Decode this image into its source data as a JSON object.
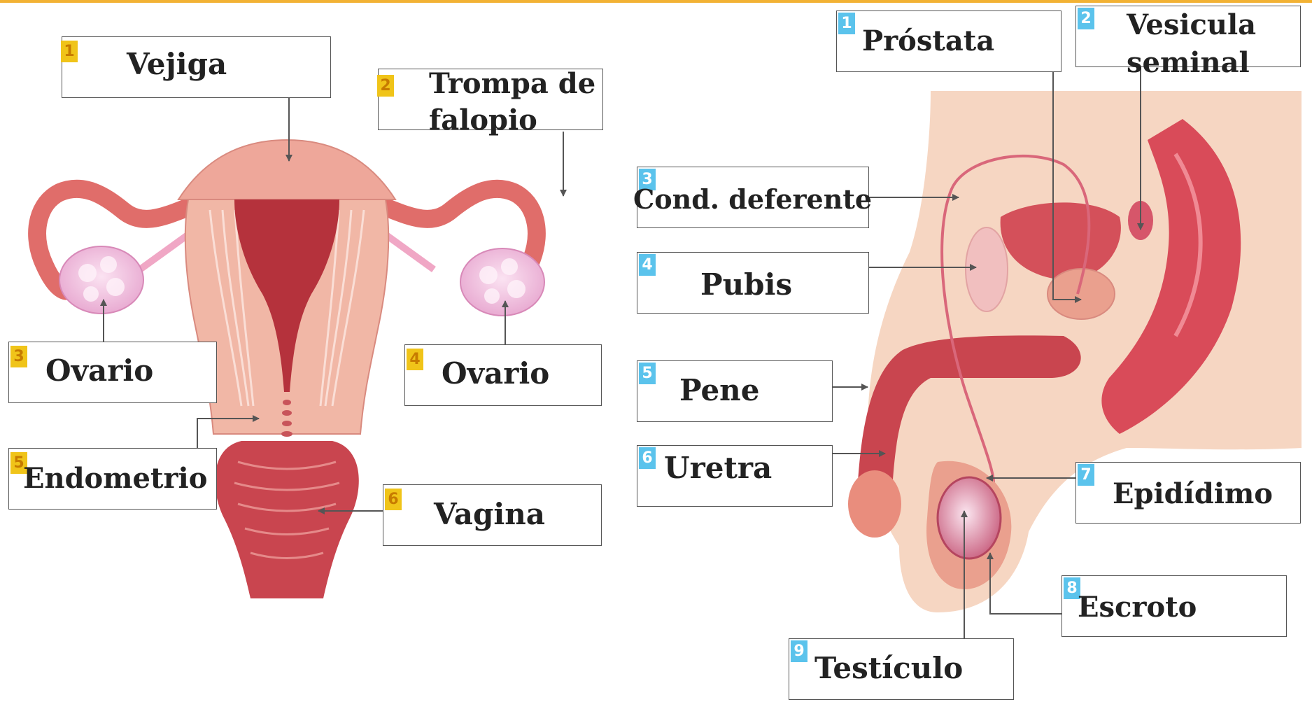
{
  "colors": {
    "top_bar": "#f2b234",
    "female_badge": "#f0c419",
    "male_badge": "#5bc3ec"
  },
  "female": {
    "labels": [
      {
        "num": "1",
        "text": "Vejiga"
      },
      {
        "num": "2",
        "text": "Trompa de falopio"
      },
      {
        "num": "3",
        "text": "Ovario"
      },
      {
        "num": "4",
        "text": "Ovario"
      },
      {
        "num": "5",
        "text": "Endometrio"
      },
      {
        "num": "6",
        "text": "Vagina"
      }
    ]
  },
  "male": {
    "labels": [
      {
        "num": "1",
        "text": "Próstata"
      },
      {
        "num": "2",
        "text": "Vesicula seminal"
      },
      {
        "num": "3",
        "text": "Cond. deferente"
      },
      {
        "num": "4",
        "text": "Pubis"
      },
      {
        "num": "5",
        "text": "Pene"
      },
      {
        "num": "6",
        "text": "Uretra"
      },
      {
        "num": "7",
        "text": "Epidídimo"
      },
      {
        "num": "8",
        "text": "Escroto"
      },
      {
        "num": "9",
        "text": "Testículo"
      }
    ]
  }
}
